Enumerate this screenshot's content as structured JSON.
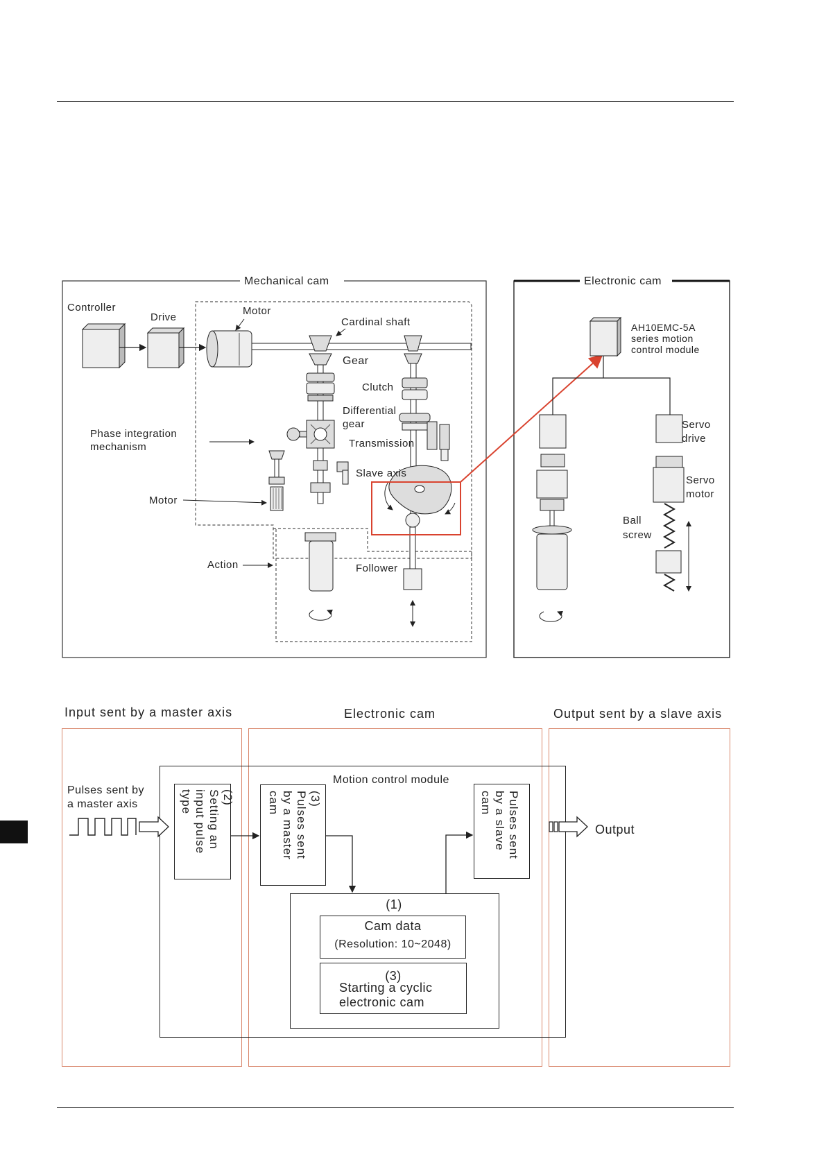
{
  "mechanical_cam": {
    "title": "Mechanical cam",
    "labels": {
      "controller": "Controller",
      "drive": "Drive",
      "motor_top": "Motor",
      "cardinal_shaft": "Cardinal shaft",
      "gear": "Gear",
      "clutch": "Clutch",
      "differential_gear": "Differential\ngear",
      "phase_integration": "Phase integration\nmechanism",
      "transmission": "Transmission",
      "slave_axis": "Slave axis",
      "motor_bottom": "Motor",
      "action": "Action",
      "follower": "Follower"
    }
  },
  "electronic_cam_panel": {
    "title": "Electronic cam",
    "labels": {
      "module": "AH10EMC-5A\nseries motion\ncontrol module",
      "servo_drive": "Servo\ndrive",
      "servo_motor": "Servo\nmotor",
      "ball_screw": "Ball\nscrew"
    }
  },
  "block_diagram": {
    "headers": {
      "input": "Input sent by a master axis",
      "electronic_cam": "Electronic cam",
      "output": "Output sent by a slave axis"
    },
    "motion_control_module": "Motion control module",
    "pulses_master_input": "Pulses sent by\na master axis",
    "setting_input": "(2)\nSetting an\ninput pulse\ntype",
    "pulses_master_cam": "(3)\nPulses sent\nby a master\ncam",
    "pulses_slave_cam": "Pulses sent\nby a slave\ncam",
    "output_label": "Output",
    "cam_section_num": "(1)",
    "cam_data": "Cam data",
    "resolution": "(Resolution: 10~2048)",
    "cyclic_num": "(3)",
    "cyclic_text": "Starting a cyclic\nelectronic cam"
  },
  "colors": {
    "accent_red": "#d9432f",
    "orange_border": "#d9866b",
    "line": "#222222"
  }
}
